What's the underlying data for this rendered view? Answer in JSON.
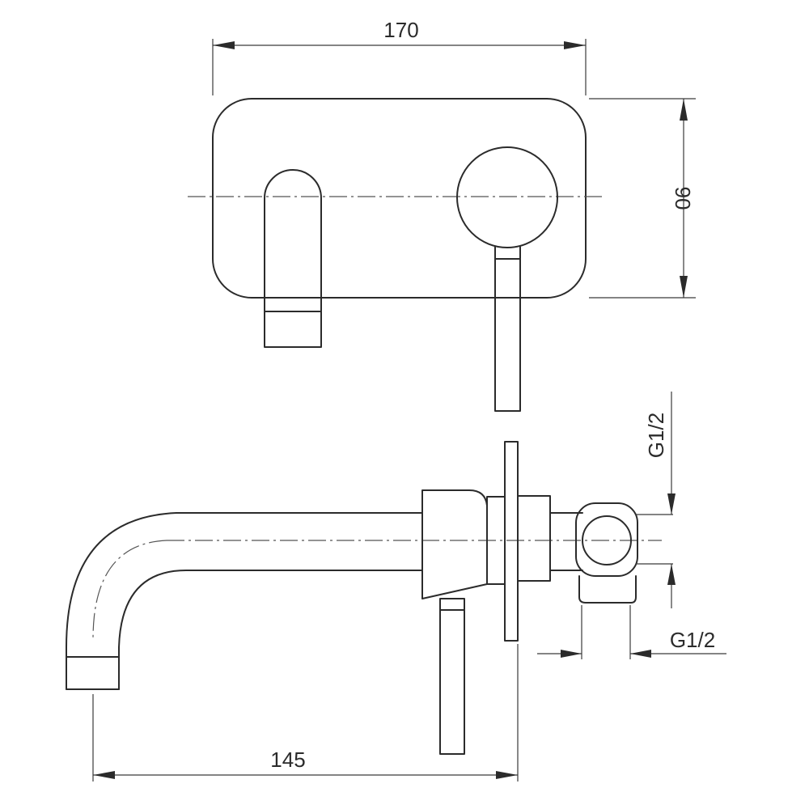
{
  "dimensions": {
    "width_total": "170",
    "height_plate": "90",
    "spout_projection": "145",
    "inlet_top": "G1/2",
    "inlet_bottom": "G1/2"
  }
}
